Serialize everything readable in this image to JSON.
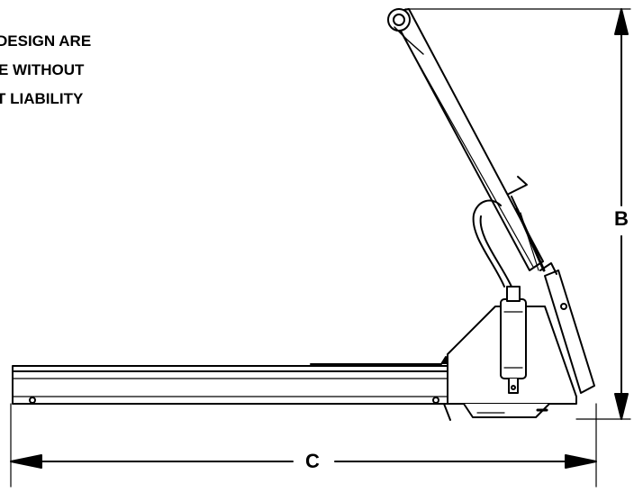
{
  "notes": {
    "line1": "DESIGN ARE",
    "line2": "E WITHOUT",
    "line3": "T LIABILITY"
  },
  "dimensions": {
    "vertical": "B",
    "horizontal": "C"
  },
  "colors": {
    "ink": "#000000",
    "background": "#ffffff"
  }
}
